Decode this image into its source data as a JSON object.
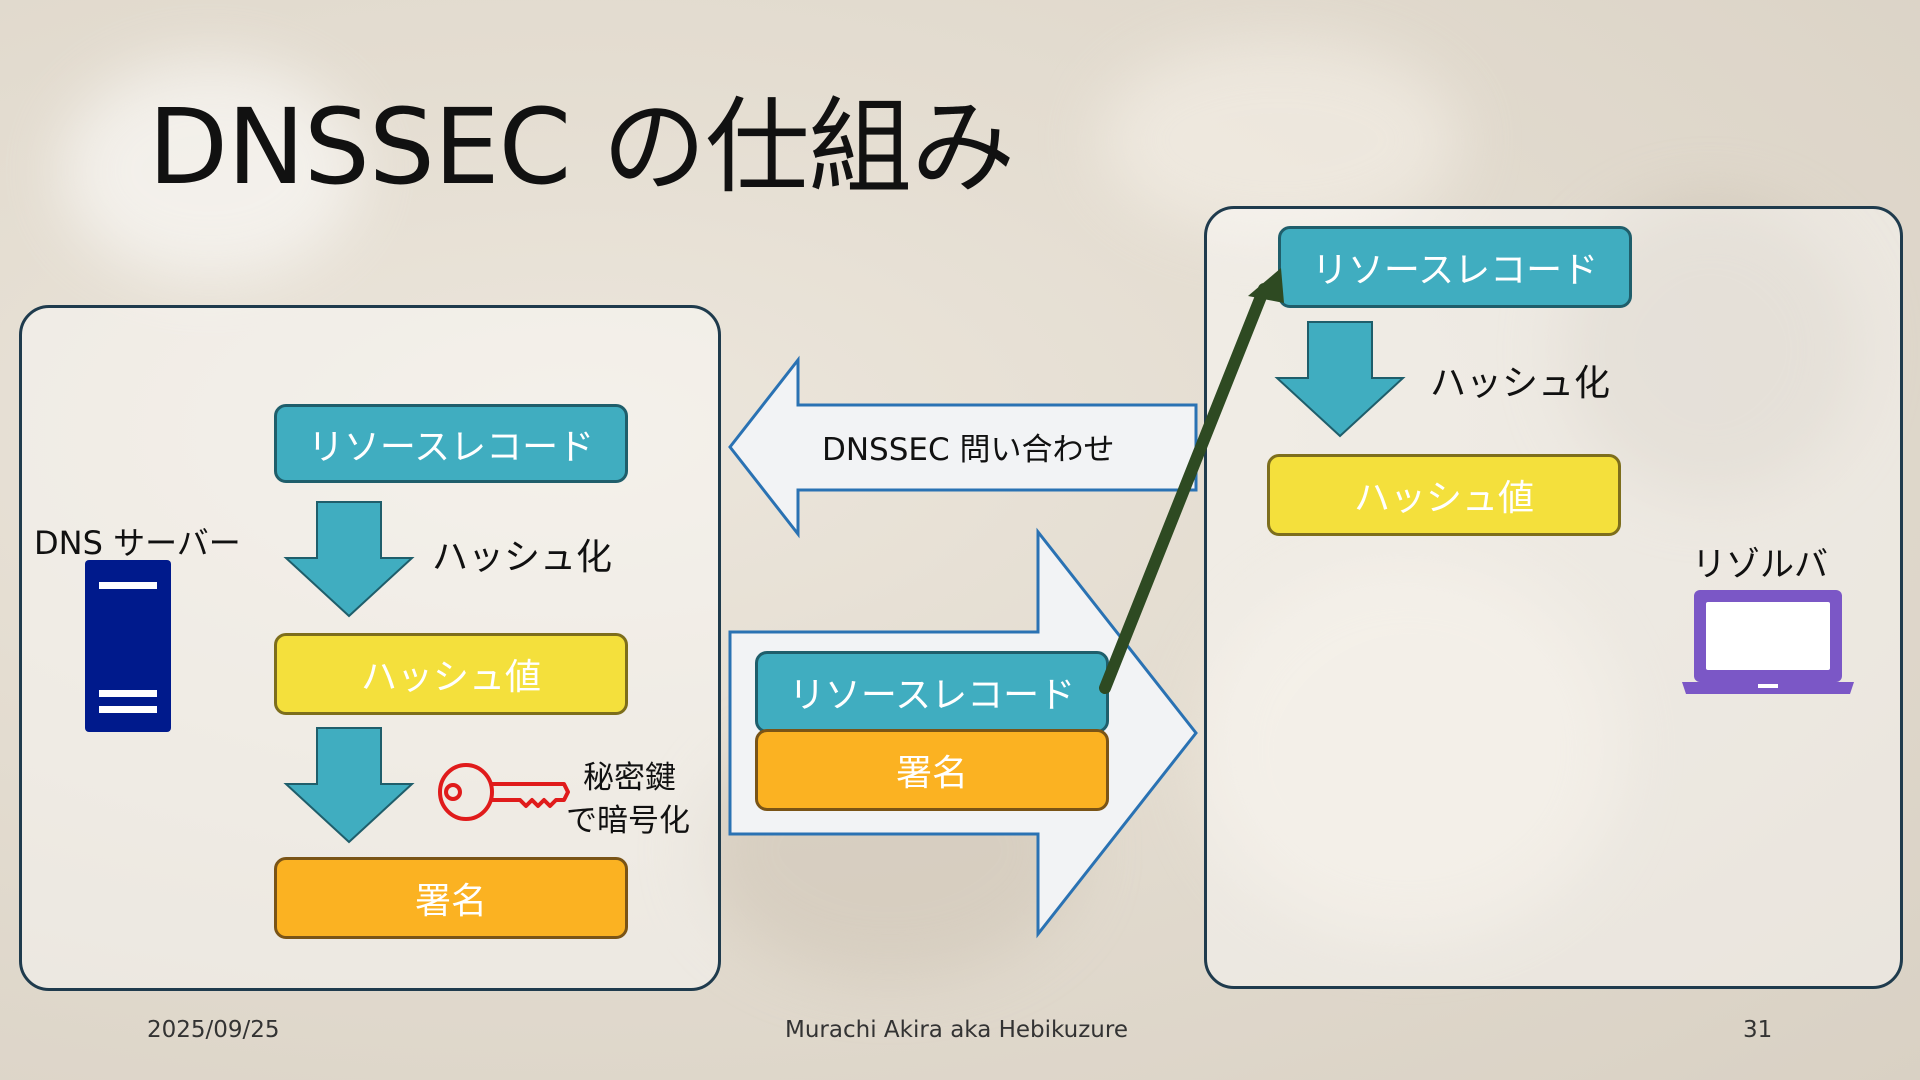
{
  "title": "DNSSEC の仕組み",
  "server": {
    "label": "DNS サーバー",
    "record": "リソースレコード",
    "hash_step": "ハッシュ化",
    "hash_value": "ハッシュ値",
    "encrypt_line1": "秘密鍵",
    "encrypt_line2": "で暗号化",
    "signature": "署名"
  },
  "query_arrow": "DNSSEC 問い合わせ",
  "response": {
    "record": "リソースレコード",
    "signature": "署名"
  },
  "resolver": {
    "label": "リゾルバ",
    "record": "リソースレコード",
    "hash_step": "ハッシュ化",
    "hash_value": "ハッシュ値"
  },
  "footer": {
    "date": "2025/09/25",
    "author": "Murachi Akira aka Hebikuzure",
    "page": "31"
  },
  "colors": {
    "record": "#40adc0",
    "hash_value": "#f4e03c",
    "signature": "#fbb222",
    "arrow_down": "#40adc0",
    "server_icon": "#001a8c",
    "laptop_icon": "#7b57c6",
    "key_icon": "#e01b1b",
    "link_arrow": "#2e4a22",
    "flow_arrow_border": "#2a72b3"
  },
  "icons": [
    "server-icon",
    "key-icon",
    "laptop-icon"
  ]
}
